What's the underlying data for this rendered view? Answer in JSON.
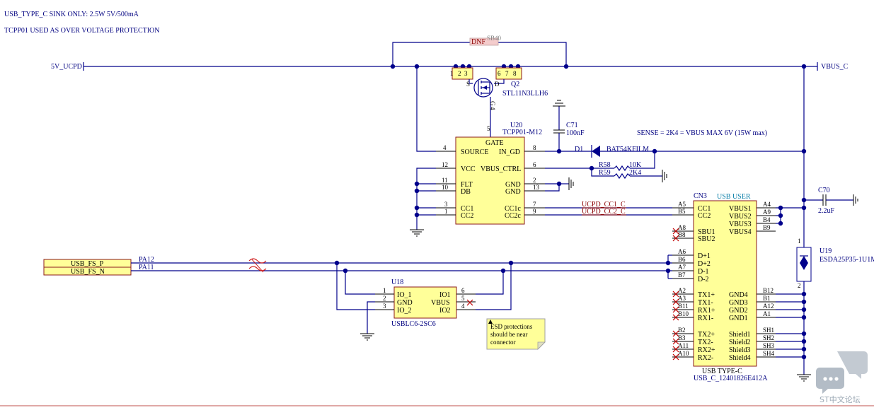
{
  "notes": {
    "line1": "USB_TYPE_C SINK ONLY: 2.5W 5V/500mA",
    "line2": "TCPP01 USED AS OVER VOLTAGE PROTECTION",
    "sense": "SENSE = 2K4 = VBUS MAX 6V (15W max)",
    "esd": [
      "ESD protections",
      "should be near",
      "connector"
    ]
  },
  "nets": {
    "in_5v": "5V_UCPD",
    "vbus_c": "VBUS_C",
    "cc1": "UCPD_CC1_C",
    "cc2": "UCPD_CC2_C",
    "fs_p": "USB_FS_P",
    "fs_n": "USB_FS_N",
    "pa12": "PA12",
    "pa11": "PA11"
  },
  "parts": {
    "sb40": {
      "ref": "SB40",
      "tag": "DNF"
    },
    "q2": {
      "ref": "Q2",
      "value": "STL11N3LLH6",
      "pins_left": [
        "1",
        "2",
        "3"
      ],
      "pins_right": [
        "6",
        "7",
        "8"
      ],
      "pin_g": "4",
      "s": "S",
      "d": "D",
      "g": "G"
    },
    "u20": {
      "ref": "U20",
      "value": "TCPP01-M12",
      "gate_label": "GATE",
      "gate_pin": "5",
      "left": [
        {
          "pin": "4",
          "name": "SOURCE"
        },
        {
          "pin": "12",
          "name": "VCC"
        },
        {
          "pin": "11",
          "name": "FLT"
        },
        {
          "pin": "10",
          "name": "DB"
        },
        {
          "pin": "3",
          "name": "CC1"
        },
        {
          "pin": "1",
          "name": "CC2"
        }
      ],
      "right": [
        {
          "pin": "8",
          "name": "IN_GD"
        },
        {
          "pin": "6",
          "name": "VBUS_CTRL"
        },
        {
          "pin": "2",
          "name": "GND"
        },
        {
          "pin": "13",
          "name": "GND"
        },
        {
          "pin": "7",
          "name": "CC1c"
        },
        {
          "pin": "9",
          "name": "CC2c"
        }
      ]
    },
    "c71": {
      "ref": "C71",
      "value": "100nF"
    },
    "d1": {
      "ref": "D1",
      "value": "BAT54KFILM"
    },
    "r58": {
      "ref": "R58",
      "value": "10K"
    },
    "r59": {
      "ref": "R59",
      "value": "2K4"
    },
    "c70": {
      "ref": "C70",
      "value": "2.2uF"
    },
    "u19": {
      "ref": "U19",
      "value": "ESDA25P35-1U1M",
      "pin1": "1",
      "pin2": "2"
    },
    "u18": {
      "ref": "U18",
      "value": "USBLC6-2SC6",
      "left": [
        {
          "pin": "1",
          "name": "IO_1"
        },
        {
          "pin": "2",
          "name": "GND"
        },
        {
          "pin": "3",
          "name": "IO_2"
        }
      ],
      "right": [
        {
          "pin": "6",
          "name": "IO1"
        },
        {
          "pin": "5",
          "name": "VBUS"
        },
        {
          "pin": "4",
          "name": "IO2"
        }
      ]
    },
    "cn3": {
      "ref": "CN3",
      "title": "USB USER",
      "body": "USB TYPE-C",
      "value": "USB_C_12401826E412A",
      "left": [
        {
          "pin": "A5",
          "name": "CC1"
        },
        {
          "pin": "B5",
          "name": "CC2"
        },
        {
          "pin": "A8",
          "name": "SBU1"
        },
        {
          "pin": "B8",
          "name": "SBU2"
        },
        {
          "pin": "A6",
          "name": "D+1"
        },
        {
          "pin": "B6",
          "name": "D+2"
        },
        {
          "pin": "A7",
          "name": "D-1"
        },
        {
          "pin": "B7",
          "name": "D-2"
        },
        {
          "pin": "A2",
          "name": "TX1+"
        },
        {
          "pin": "A3",
          "name": "TX1-"
        },
        {
          "pin": "B11",
          "name": "RX1+"
        },
        {
          "pin": "B10",
          "name": "RX1-"
        },
        {
          "pin": "B2",
          "name": "TX2+"
        },
        {
          "pin": "B3",
          "name": "TX2-"
        },
        {
          "pin": "A11",
          "name": "RX2+"
        },
        {
          "pin": "A10",
          "name": "RX2-"
        }
      ],
      "right": [
        {
          "pin": "A4",
          "name": "VBUS1"
        },
        {
          "pin": "A9",
          "name": "VBUS2"
        },
        {
          "pin": "B4",
          "name": "VBUS3"
        },
        {
          "pin": "B9",
          "name": "VBUS4"
        },
        {
          "pin": "B12",
          "name": "GND4"
        },
        {
          "pin": "B1",
          "name": "GND3"
        },
        {
          "pin": "A12",
          "name": "GND2"
        },
        {
          "pin": "A1",
          "name": "GND1"
        },
        {
          "pin": "SH1",
          "name": "Shield1"
        },
        {
          "pin": "SH2",
          "name": "Shield2"
        },
        {
          "pin": "SH3",
          "name": "Shield3"
        },
        {
          "pin": "SH4",
          "name": "Shield4"
        }
      ]
    }
  },
  "watermark": "ST中文论坛",
  "colors": {
    "wire": "#00008b",
    "ic_fill": "#ffff99",
    "ic_border": "#8b1a1a",
    "no_connect": "#c00000",
    "net_label": "#8b0000",
    "port_fill": "#ffff99"
  }
}
